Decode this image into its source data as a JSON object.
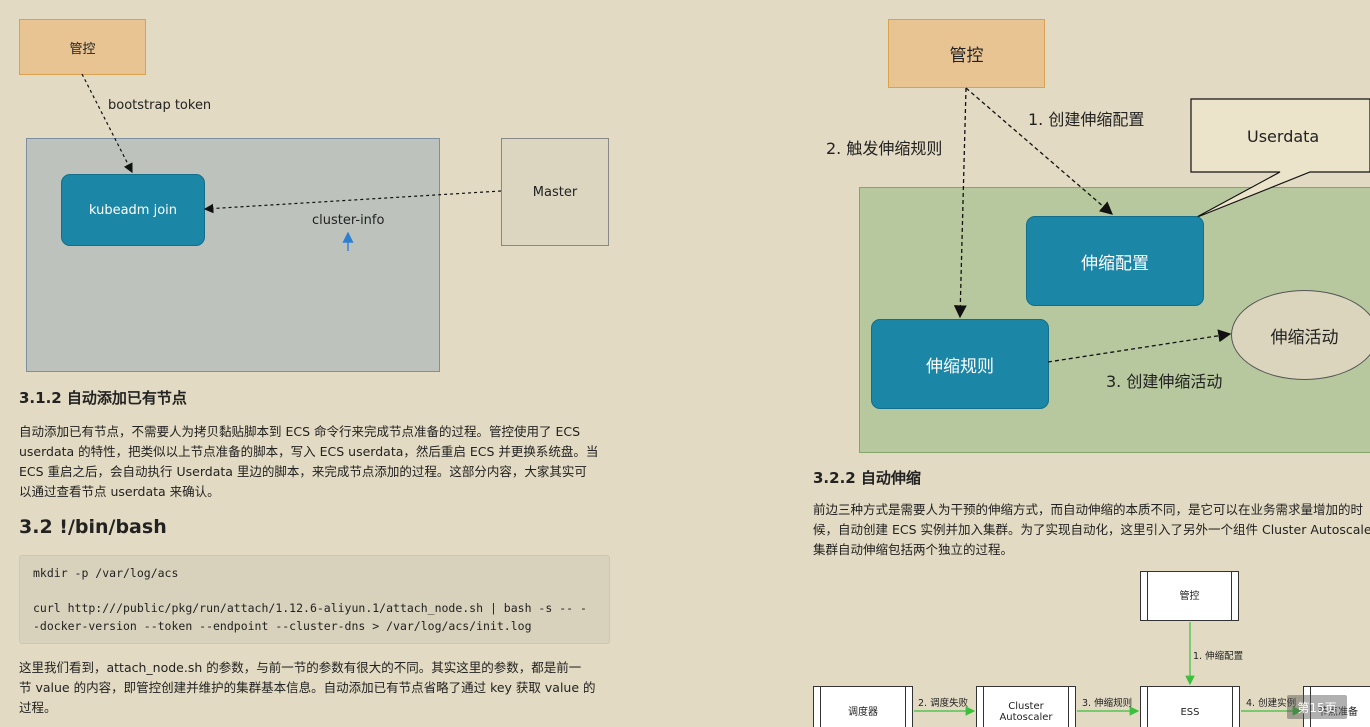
{
  "left": {
    "diagram1": {
      "control_label": "管控",
      "token_label": "bootstrap token",
      "join_label": "kubeadm join",
      "master_label": "Master",
      "cluster_info_label": "cluster-info"
    },
    "section_312": {
      "heading": "3.1.2 自动添加已有节点",
      "lines": [
        "自动添加已有节点，不需要人为拷贝黏贴脚本到 ECS 命令行来完成节点准备的过程。管控使用了 ECS",
        "userdata 的特性，把类似以上节点准备的脚本，写入 ECS userdata，然后重启 ECS 并更换系统盘。当",
        "ECS 重启之后，会自动执行 Userdata 里边的脚本，来完成节点添加的过程。这部分内容，大家其实可",
        "以通过查看节点 userdata 来确认。"
      ]
    },
    "section_32": {
      "heading": "3.2 !/bin/bash",
      "code_lines": [
        "mkdir -p /var/log/acs",
        "curl http:///public/pkg/run/attach/1.12.6-aliyun.1/attach_node.sh | bash -s -- -",
        "-docker-version --token --endpoint --cluster-dns > /var/log/acs/init.log"
      ],
      "lines": [
        "这里我们看到，attach_node.sh 的参数，与前一节的参数有很大的不同。其实这里的参数，都是前一",
        "节 value 的内容，即管控创建并维护的集群基本信息。自动添加已有节点省略了通过 key 获取 value 的",
        "过程。"
      ]
    }
  },
  "right": {
    "diagram2": {
      "control_label": "管控",
      "step1_label": "1. 创建伸缩配置",
      "step2_label": "2. 触发伸缩规则",
      "userdata_label": "Userdata",
      "scaling_config_label": "伸缩配置",
      "scaling_rule_label": "伸缩规则",
      "scaling_activity_label": "伸缩活动",
      "step3_label": "3. 创建伸缩活动"
    },
    "section_322": {
      "heading": "3.2.2 自动伸缩",
      "lines": [
        "前边三种方式是需要人为干预的伸缩方式，而自动伸缩的本质不同，是它可以在业务需求量增加的时",
        "候，自动创建 ECS 实例并加入集群。为了实现自动化，这里引入了另外一个组件 Cluster Autoscaler。",
        "集群自动伸缩包括两个独立的过程。"
      ]
    },
    "diagram3": {
      "control_label": "管控",
      "step1_label": "1. 伸缩配置",
      "scheduler_label": "调度器",
      "step2_label": "2. 调度失败",
      "autoscaler_label_1": "Cluster",
      "autoscaler_label_2": "Autoscaler",
      "step3_label": "3. 伸缩规则",
      "ess_label": "ESS",
      "step4_label": "4. 创建实例",
      "node_prepare_label": "节点准备"
    }
  },
  "page_indicator": "第15页",
  "colors": {
    "background": "#e2dac2",
    "tan_box": "#e8c493",
    "blue_box": "#1b86a6",
    "green_panel": "#b7c89e",
    "gray_panel": "#bdc3bc"
  }
}
